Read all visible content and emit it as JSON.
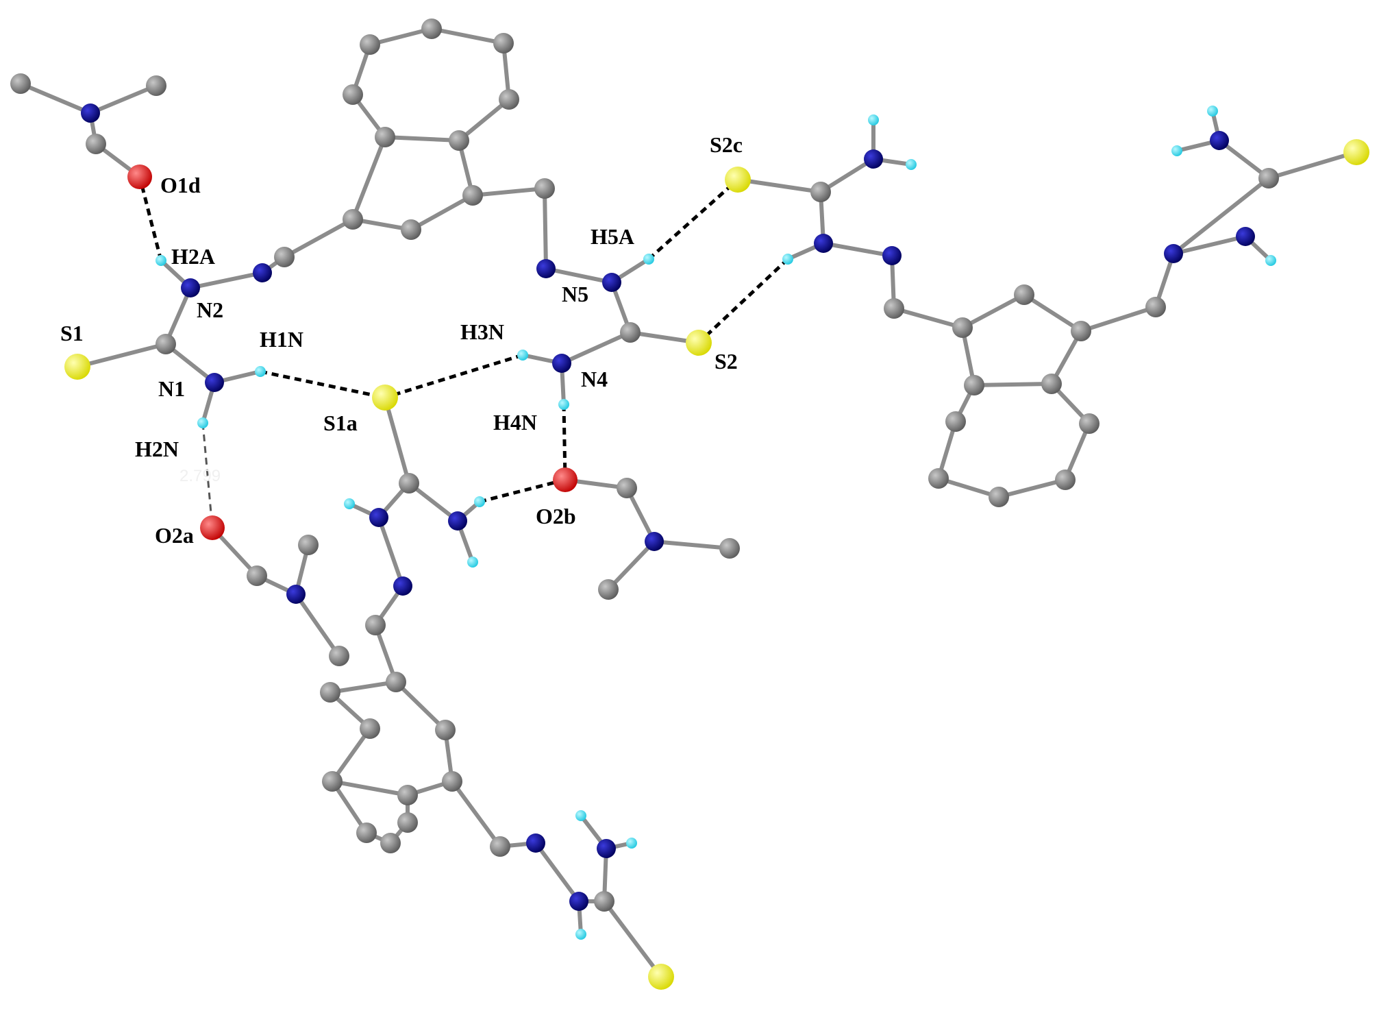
{
  "colors": {
    "bond": "#8c8c8c",
    "carbon": "#808080",
    "nitrogen": "#00008b",
    "oxygen": "#ff0000",
    "sulfur": "#ffff00",
    "hydrogen": "#40e0f0",
    "hbond": "#000000",
    "background": "#ffffff"
  },
  "labels": {
    "O1d": "O1d",
    "H2A": "H2A",
    "N2": "N2",
    "S1": "S1",
    "N1": "N1",
    "H1N": "H1N",
    "H2N": "H2N",
    "dist": "2.799",
    "O2a": "O2a",
    "S1a": "S1a",
    "H3N": "H3N",
    "N4": "N4",
    "H4N": "H4N",
    "O2b": "O2b",
    "N5": "N5",
    "H5A": "H5A",
    "S2c": "S2c",
    "S2": "S2"
  }
}
